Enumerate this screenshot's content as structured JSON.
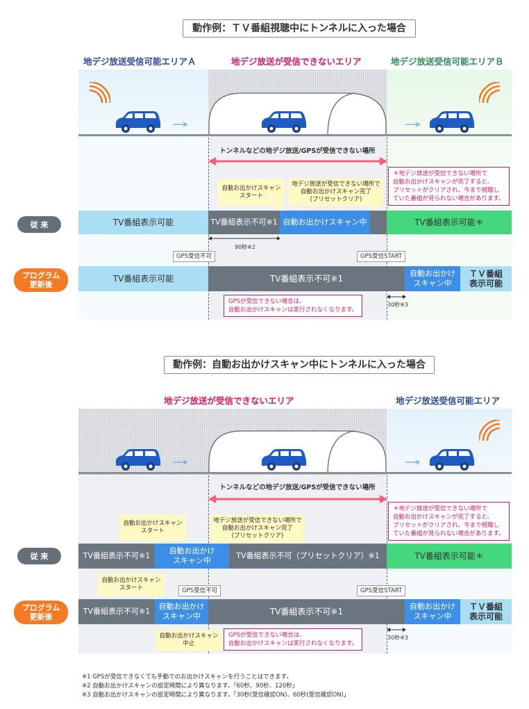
{
  "colors": {
    "blue_area": "#2b4a9e",
    "red_area": "#d81b60",
    "green_area": "#2e8b57",
    "bar_lightblue": "#a9def4",
    "bar_gray": "#6b7580",
    "bar_blue": "#3d8ee6",
    "bar_green": "#44d77e",
    "arrow_red": "#ff5a7a",
    "pill_gray": "#666e78",
    "pill_orange": "#f47a25",
    "car_blue": "#1f5bc5",
    "signal_orange": "#f07820"
  },
  "icons": [
    "car-icon",
    "signal-icon",
    "arrow-right-icon",
    "tunnel-icon"
  ],
  "section1": {
    "title": "動作例：ＴＶ番組視聴中にトンネルに入った場合",
    "area_a": "地デジ放送受信可能エリアＡ",
    "area_none": "地デジ放送が受信できないエリア",
    "area_b": "地デジ放送受信可能エリアＢ",
    "tunnel_caption": "トンネルなどの地デジ放送/GPSが受信できない場所",
    "note_scan_start": "自動お出かけスキャン\nスタート",
    "note_scan_done": "地デジ放送が受信できない場所で\n自動お出かけスキャン完了\n(プリセットクリア)",
    "red_note": "＊地デジ放送が受信できない場所で\n自動お出かけスキャンが完了すると、\nプリセットがクリアされ、今まで視聴し\nていた番組が見られない場合があります。",
    "old_label": "従 来",
    "old_bar1": "TV番組表示可能",
    "old_bar2": "TV番組表示不可※1",
    "old_bar3": "自動お出かけスキャン中",
    "old_bar4": "TV番組表示可能＊",
    "seconds_90": "90秒※2",
    "gps_fail": "GPS受信不可",
    "gps_start": "GPS受信START",
    "new_label": "プログラム\n更新後",
    "new_bar1": "TV番組表示可能",
    "new_bar2": "TV番組表示不可※1",
    "new_bar3": "自動お出かけ\nスキャン中",
    "new_bar4": "ＴＶ番組\n表示可能",
    "red_note2": "GPSが受信できない場合は、\n自動お出かけスキャンは実行されなくなります。",
    "seconds_30": "30秒※3"
  },
  "section2": {
    "title": "動作例：自動お出かけスキャン中にトンネルに入った場合",
    "area_none": "地デジ放送が受信できないエリア",
    "area_ok": "地デジ放送受信可能エリア",
    "tunnel_caption": "トンネルなどの地デジ放送/GPSが受信できない場所",
    "note_scan_start": "自動お出かけスキャン\nスタート",
    "note_scan_done": "地デジ放送が受信できない場所で\n自動お出かけスキャン完了\n(プリセットクリア)",
    "red_note": "＊地デジ放送が受信できない場所で\n自動お出かけスキャンが完了すると、\nプリセットがクリアされ、今まで視聴し\nていた番組が見られない場合があります。",
    "old_label": "従 来",
    "old_bar1": "TV番組表示不可※1",
    "old_bar2": "自動お出かけ\nスキャン中",
    "old_bar3": "TV番組表示不可（プリセットクリア）※1",
    "old_bar4": "TV番組表示可能＊",
    "note_scan_start2": "自動お出かけスキャン\nスタート",
    "gps_fail": "GPS受信不可",
    "gps_start": "GPS受信START",
    "new_label": "プログラム\n更新後",
    "new_bar1": "TV番組表示不可※1",
    "new_bar2": "自動お出かけ\nスキャン中",
    "new_bar3": "TV番組表示不可※1",
    "new_bar4": "自動お出かけ\nスキャン中",
    "new_bar5": "ＴＶ番組\n表示可能",
    "note_scan_stop": "自動お出かけスキャン\n中止",
    "red_note2": "GPSが受信できない場合は、\n自動お出かけスキャンは実行されなくなります。",
    "seconds_30": "30秒※3"
  },
  "footnotes": [
    "※1  GPSが受信できなくても手動でのお出かけスキャンを行うことはできます。",
    "※2  自動お出かけスキャンの設定時間により異なります。「60秒、90秒、120秒」",
    "※3  自動お出かけスキャンの設定時間により異なります。「30秒(受信確認ON)、60秒(受信確認ON)」"
  ]
}
